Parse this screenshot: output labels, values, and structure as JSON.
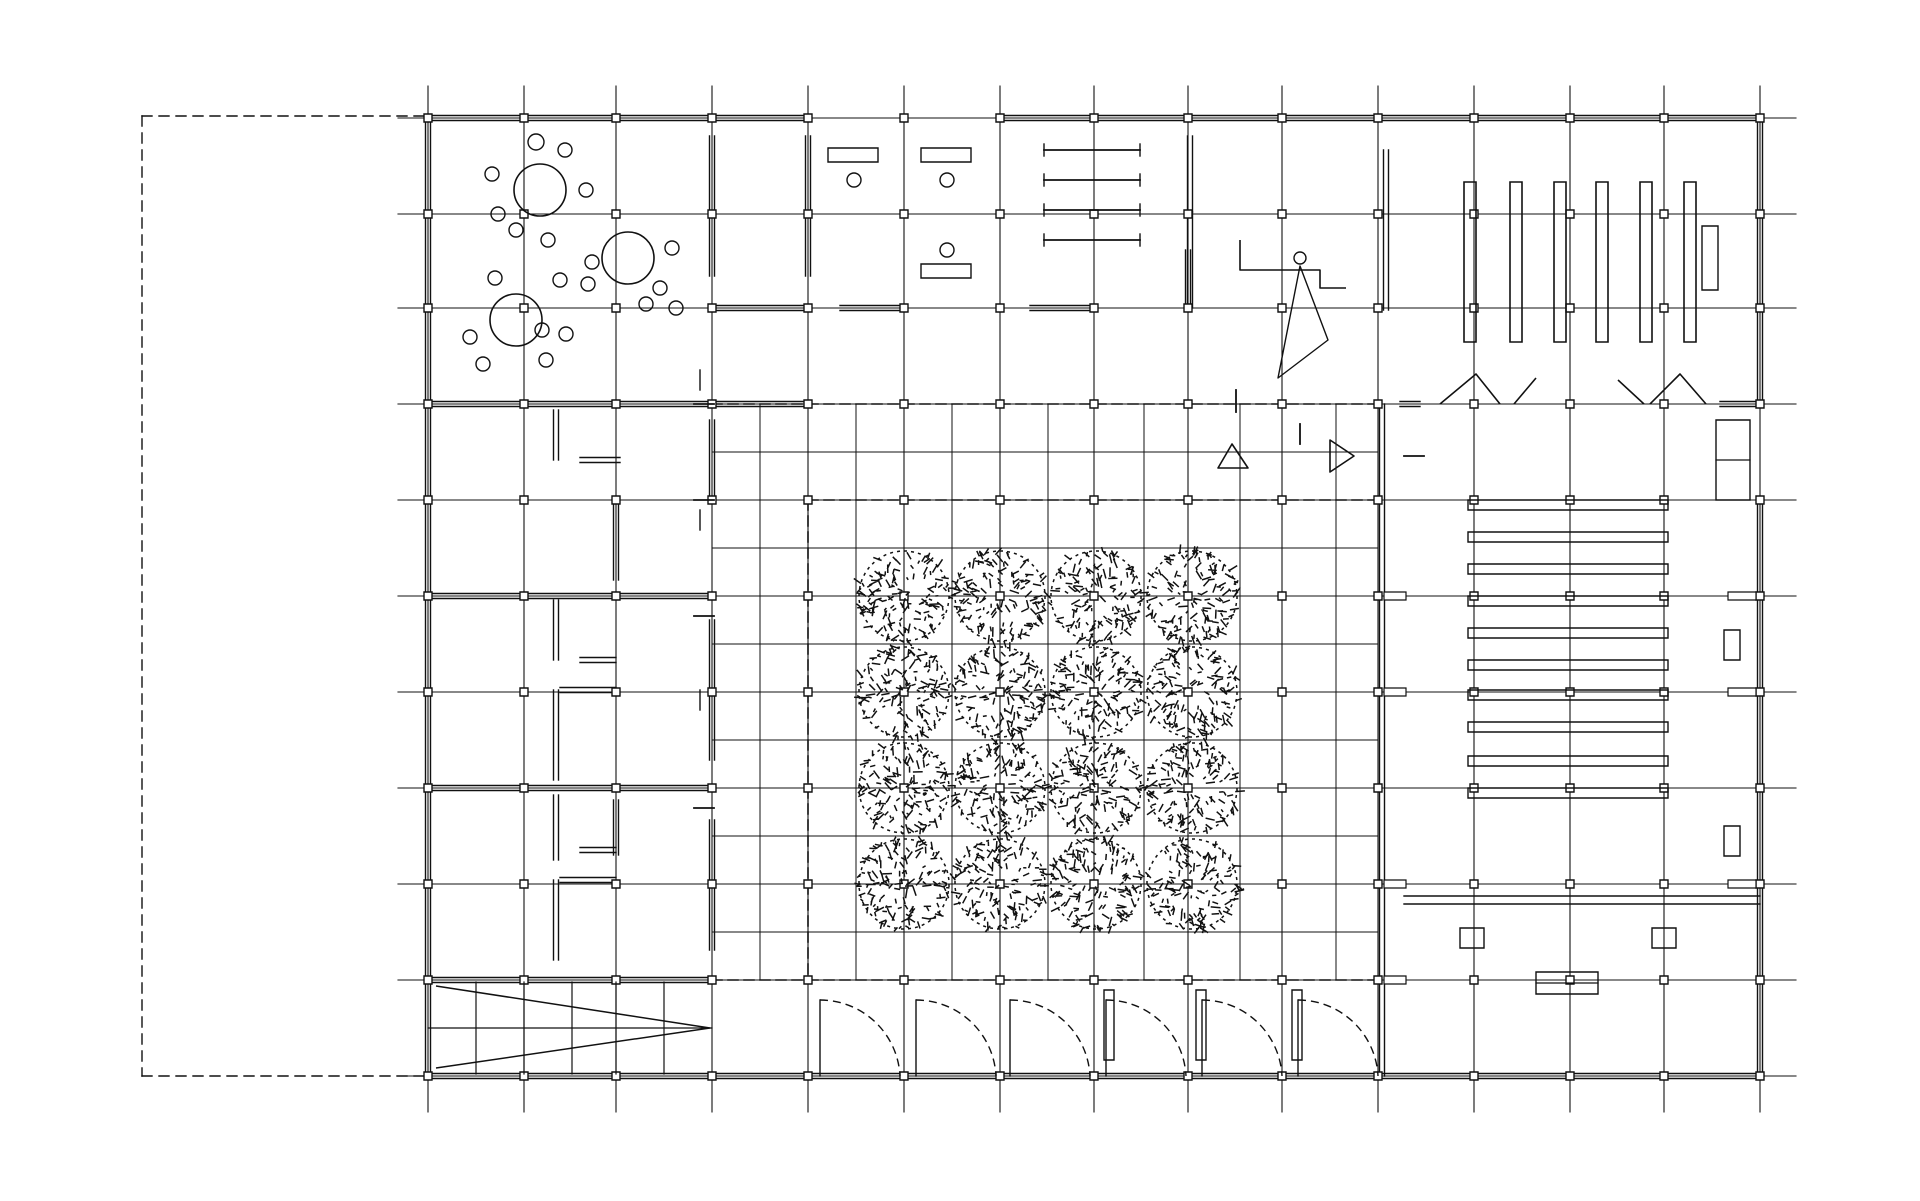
{
  "drawing": {
    "ink_color": "#111111",
    "paper_color": "#ffffff",
    "grid_columns": 15,
    "grid_rows": 10,
    "courtyard_tree_grid": [
      4,
      4
    ]
  }
}
